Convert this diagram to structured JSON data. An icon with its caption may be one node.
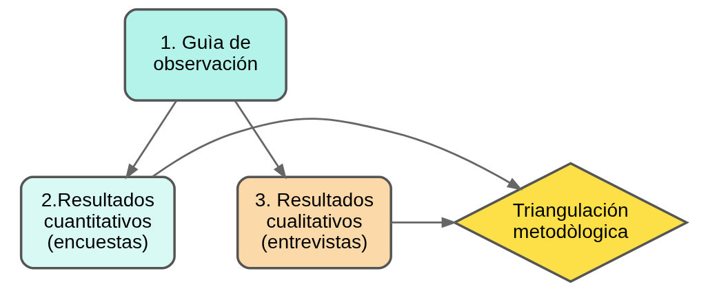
{
  "diagram": {
    "nodes": [
      {
        "text": [
          "1. Guìa de observación"
        ]
      },
      {
        "text": [
          "2.Resultados cuantitativos (encuestas)"
        ]
      },
      {
        "text": [
          "Triangulación metodòlogica"
        ]
      },
      {
        "text": [
          "3. Resultados cualitativos (entrevistas)"
        ]
      }
    ],
    "edges": [
      {
        "from": 0,
        "to": 1,
        "arrow": "to"
      },
      {
        "from": 0,
        "to": 3,
        "arrow": "to"
      },
      {
        "from": 1,
        "to": 2,
        "arrow": "to"
      },
      {
        "from": 3,
        "to": 2,
        "arrow": "to"
      }
    ]
  }
}
